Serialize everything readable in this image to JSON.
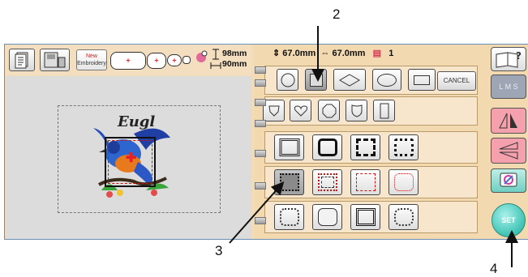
{
  "toolbar": {
    "new_embroidery_line1": "New",
    "new_embroidery_line2": "Embroidery",
    "size_height": "98mm",
    "size_width": "90mm"
  },
  "preview": {
    "design_text": "Eugl"
  },
  "frame_header": {
    "height_value": "67.0mm",
    "width_value": "67.0mm",
    "color_count": "1"
  },
  "buttons": {
    "cancel": "CANCEL",
    "lms": "L M S",
    "set": "SET"
  },
  "callouts": {
    "c2": "2",
    "c3": "3",
    "c4": "4"
  },
  "colors": {
    "panel_bg": "#f3d9b0",
    "preview_bg": "#dcdcdc",
    "set_button": "#3ec3b4",
    "mirror_buttons": "#f4a0ad",
    "cancel_red": "#cc1111"
  }
}
